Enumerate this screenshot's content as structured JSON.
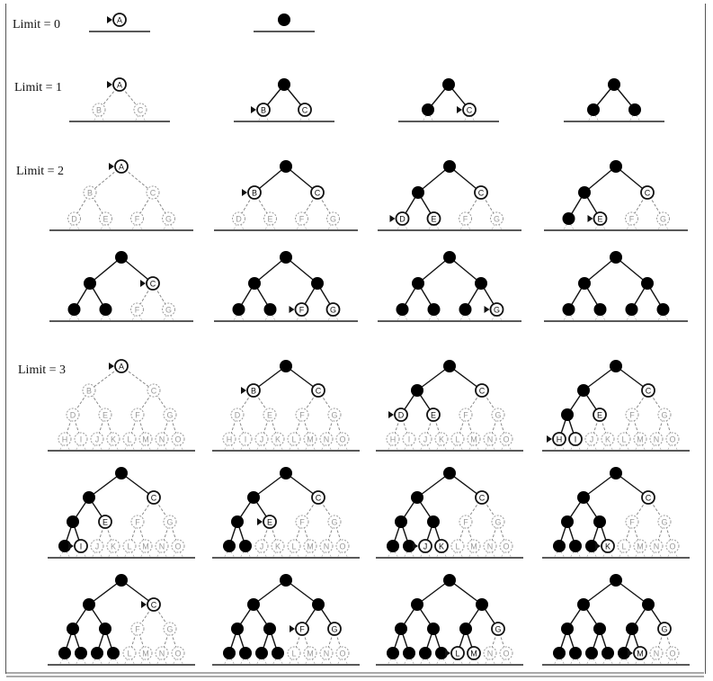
{
  "limits": [
    {
      "label": "Limit = 0",
      "depth": 0,
      "steps": [
        {
          "expanded": [],
          "frontier": [
            "A"
          ],
          "marker": "A"
        },
        {
          "expanded": [
            "A"
          ],
          "frontier": [],
          "marker": null
        }
      ]
    },
    {
      "label": "Limit = 1",
      "depth": 1,
      "steps": [
        {
          "expanded": [],
          "frontier": [
            "A"
          ],
          "marker": "A"
        },
        {
          "expanded": [
            "A"
          ],
          "frontier": [
            "B",
            "C"
          ],
          "marker": "B"
        },
        {
          "expanded": [
            "A",
            "B"
          ],
          "frontier": [
            "C"
          ],
          "marker": "C"
        },
        {
          "expanded": [
            "A",
            "B",
            "C"
          ],
          "frontier": [],
          "marker": null
        }
      ]
    },
    {
      "label": "Limit = 2",
      "depth": 2,
      "steps": [
        {
          "expanded": [],
          "frontier": [
            "A"
          ],
          "marker": "A"
        },
        {
          "expanded": [
            "A"
          ],
          "frontier": [
            "B",
            "C"
          ],
          "marker": "B"
        },
        {
          "expanded": [
            "A",
            "B"
          ],
          "frontier": [
            "D",
            "E",
            "C"
          ],
          "marker": "D"
        },
        {
          "expanded": [
            "A",
            "B",
            "D"
          ],
          "frontier": [
            "E",
            "C"
          ],
          "marker": "E"
        },
        {
          "expanded": [
            "A",
            "B",
            "D",
            "E"
          ],
          "frontier": [
            "C"
          ],
          "marker": "C"
        },
        {
          "expanded": [
            "A",
            "B",
            "D",
            "E",
            "C"
          ],
          "frontier": [
            "F",
            "G"
          ],
          "marker": "F"
        },
        {
          "expanded": [
            "A",
            "B",
            "D",
            "E",
            "C",
            "F"
          ],
          "frontier": [
            "G"
          ],
          "marker": "G"
        },
        {
          "expanded": [
            "A",
            "B",
            "D",
            "E",
            "C",
            "F",
            "G"
          ],
          "frontier": [],
          "marker": null
        }
      ]
    },
    {
      "label": "Limit = 3",
      "depth": 3,
      "steps": [
        {
          "expanded": [],
          "frontier": [
            "A"
          ],
          "marker": "A"
        },
        {
          "expanded": [
            "A"
          ],
          "frontier": [
            "B",
            "C"
          ],
          "marker": "B"
        },
        {
          "expanded": [
            "A",
            "B"
          ],
          "frontier": [
            "D",
            "E",
            "C"
          ],
          "marker": "D"
        },
        {
          "expanded": [
            "A",
            "B",
            "D"
          ],
          "frontier": [
            "H",
            "I",
            "E",
            "C"
          ],
          "marker": "H"
        },
        {
          "expanded": [
            "A",
            "B",
            "D",
            "H"
          ],
          "frontier": [
            "I",
            "E",
            "C"
          ],
          "marker": "I"
        },
        {
          "expanded": [
            "A",
            "B",
            "D",
            "H",
            "I"
          ],
          "frontier": [
            "E",
            "C"
          ],
          "marker": "E"
        },
        {
          "expanded": [
            "A",
            "B",
            "D",
            "H",
            "I",
            "E"
          ],
          "frontier": [
            "J",
            "K",
            "C"
          ],
          "marker": "J"
        },
        {
          "expanded": [
            "A",
            "B",
            "D",
            "H",
            "I",
            "E",
            "J"
          ],
          "frontier": [
            "K",
            "C"
          ],
          "marker": "K"
        },
        {
          "expanded": [
            "A",
            "B",
            "D",
            "H",
            "I",
            "E",
            "J",
            "K"
          ],
          "frontier": [
            "C"
          ],
          "marker": "C"
        },
        {
          "expanded": [
            "A",
            "B",
            "D",
            "H",
            "I",
            "E",
            "J",
            "K",
            "C"
          ],
          "frontier": [
            "F",
            "G"
          ],
          "marker": "F"
        },
        {
          "expanded": [
            "A",
            "B",
            "D",
            "H",
            "I",
            "E",
            "J",
            "K",
            "C",
            "F"
          ],
          "frontier": [
            "L",
            "M",
            "G"
          ],
          "marker": "L"
        },
        {
          "expanded": [
            "A",
            "B",
            "D",
            "H",
            "I",
            "E",
            "J",
            "K",
            "C",
            "F",
            "L"
          ],
          "frontier": [
            "M",
            "G"
          ],
          "marker": "M"
        }
      ]
    }
  ],
  "nodes": [
    "A",
    "B",
    "C",
    "D",
    "E",
    "F",
    "G",
    "H",
    "I",
    "J",
    "K",
    "L",
    "M",
    "N",
    "O"
  ],
  "colors": {
    "expanded": "#000000",
    "frontier": "#111111",
    "unvisited": "#9a9a9a",
    "ground": "#222222"
  }
}
